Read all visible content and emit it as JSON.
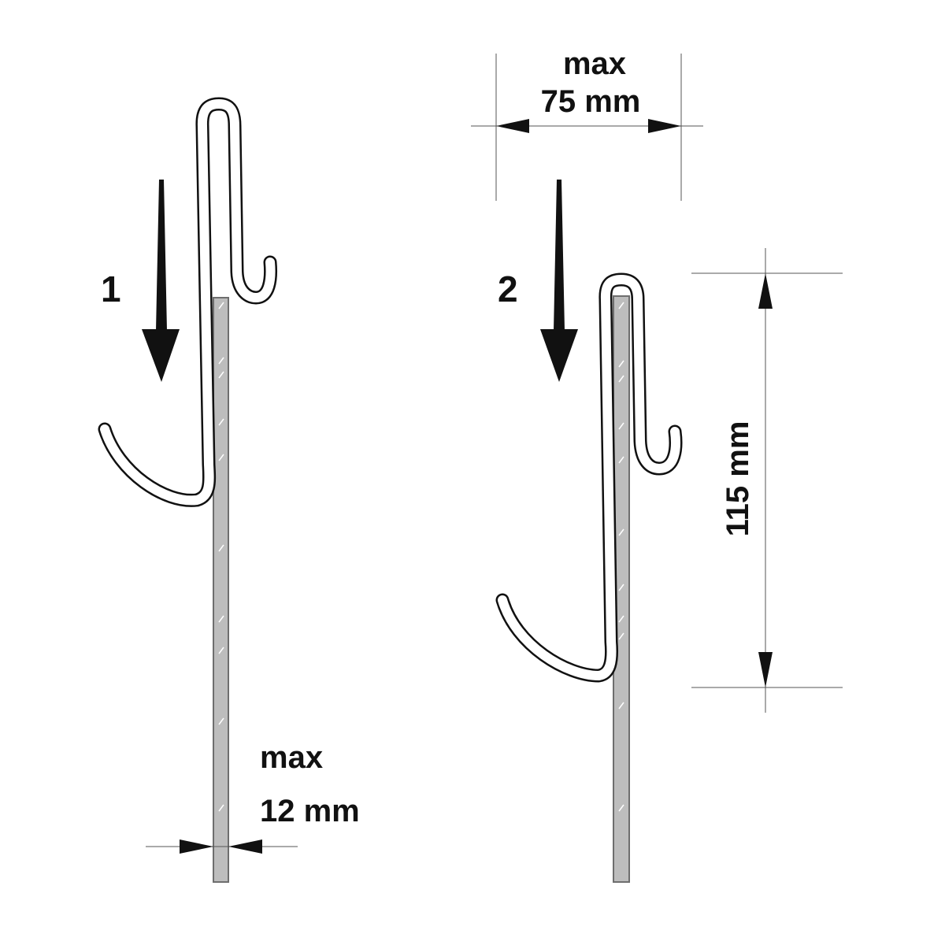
{
  "step_labels": [
    "1",
    "2"
  ],
  "dimensions": {
    "width_max_label": "max",
    "width_value": "75 mm",
    "height_value": "115 mm",
    "thickness_max_label": "max",
    "thickness_value": "12 mm"
  },
  "colors": {
    "line": "#111111",
    "panel": "#bdbdbd",
    "panel_edge": "#6e6e6e"
  }
}
